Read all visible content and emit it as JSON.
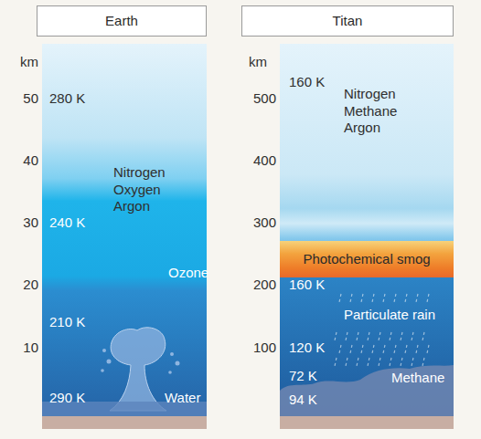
{
  "diagram": {
    "nodes": [
      {
        "text": [
          "Earth"
        ]
      },
      {
        "text": [
          "Titan"
        ]
      },
      {
        "text": [
          "Photochemical smog"
        ]
      }
    ],
    "labels": [
      "km",
      "50",
      "280 K",
      "Nitrogen Oxygen Argon",
      "40",
      "30",
      "240 K",
      "Ozone",
      "20",
      "210 K",
      "10",
      "290 K",
      "Water",
      "km",
      "500",
      "160 K",
      "Nitrogen Methane Argon",
      "400",
      "300",
      "200",
      "160 K",
      "Particulate rain",
      "100",
      "120 K",
      "72 K",
      "Methane",
      "94 K"
    ]
  }
}
